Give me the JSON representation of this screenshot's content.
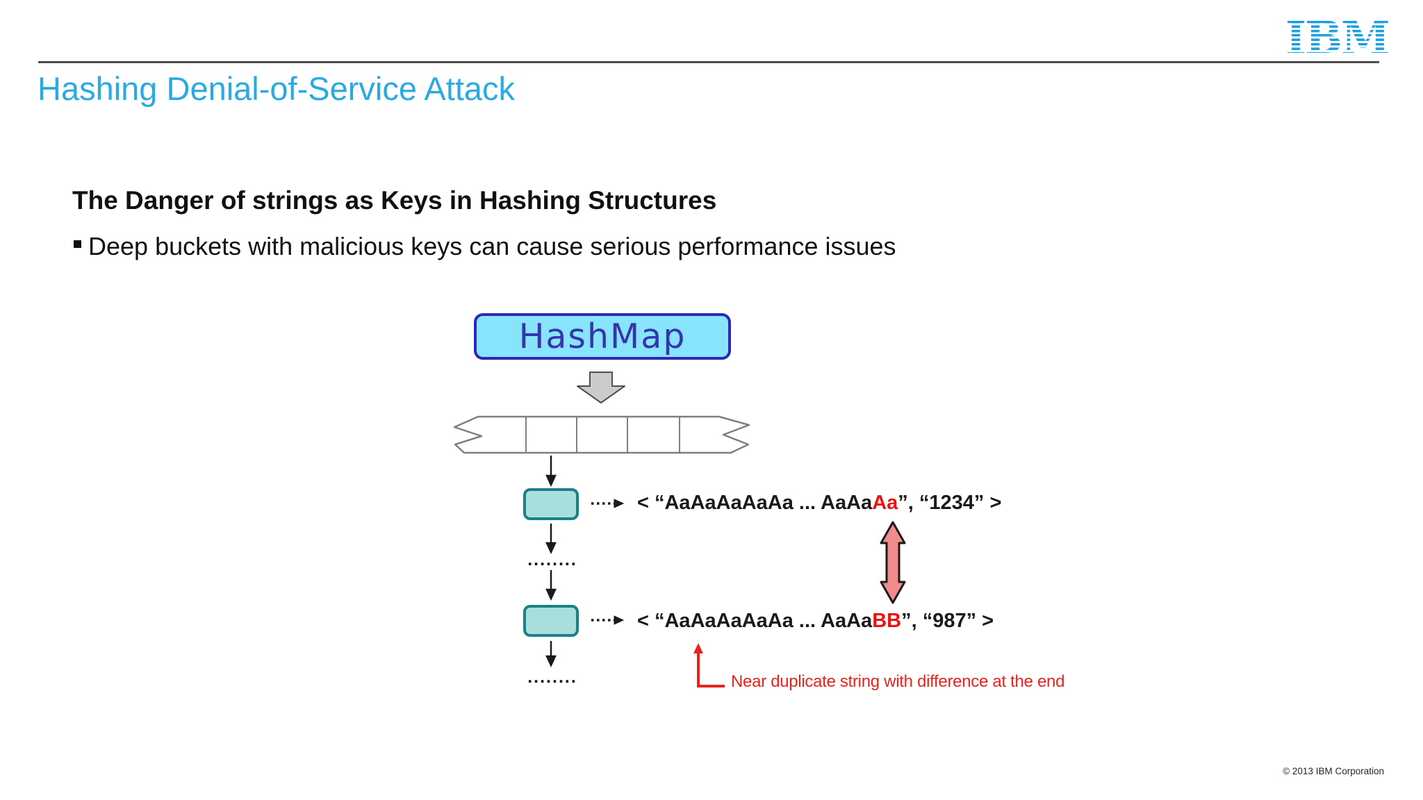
{
  "slide": {
    "logo_text": "IBM",
    "title": "Hashing Denial-of-Service Attack",
    "heading": "The Danger of strings as Keys in Hashing Structures",
    "bullet_text": "Deep buckets with malicious keys can cause serious performance issues",
    "copyright": "© 2013 IBM Corporation"
  },
  "diagram": {
    "hashmap_label": "HashMap",
    "entry1": {
      "prefix": "< “AaAaAaAaAa ... AaAa",
      "highlight": "Aa",
      "suffix": "”, “1234” >"
    },
    "entry2": {
      "prefix": "< “AaAaAaAaAa ... AaAa",
      "highlight": "BB",
      "suffix": "”, “987” >"
    },
    "ellipsis_dots": "........",
    "annotation": "Near duplicate string with difference at the end"
  },
  "colors": {
    "title_blue": "#29ABE2",
    "logo_blue": "#1A9FE0",
    "rule_gray": "#4a4a4a",
    "hashmap_fill": "#87E4FB",
    "hashmap_border": "#2A2AB5",
    "hashmap_text": "#3535AC",
    "bucket_fill": "#A8DEDB",
    "bucket_border": "#198384",
    "highlight_red": "#EE1111",
    "annotation_red": "#E8231E",
    "double_arrow_fill": "#F28B8B",
    "block_arrow_fill": "#CBCBCB",
    "array_outline": "#7f7f7f"
  }
}
